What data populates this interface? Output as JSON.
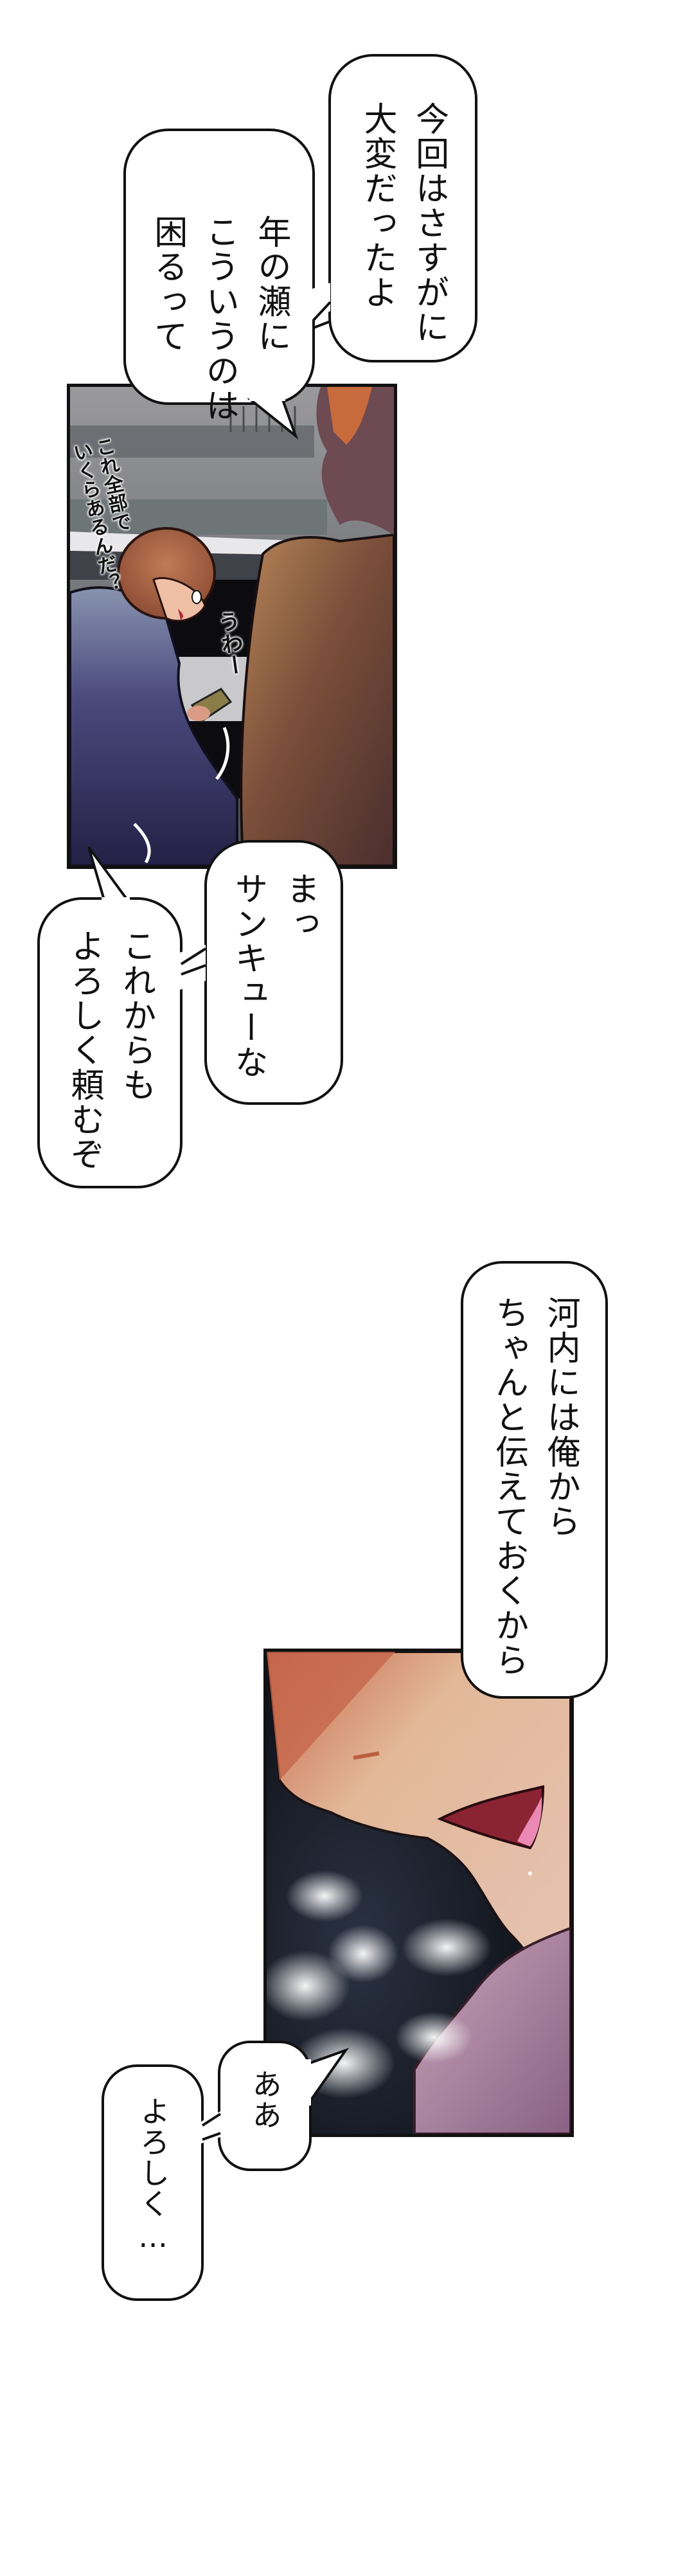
{
  "comic": {
    "page_background": "#ffffff",
    "panels": [
      {
        "id": "panel-1",
        "scene": "night street by a car; young man bending over counting banknotes while a man in a fur-collared brown coat stands beside him",
        "sfx": [
          {
            "text": "これ全部で\nいくらあるんだ？",
            "meaning": "how much is all this?"
          },
          {
            "text": "うわー",
            "meaning": "whoa"
          }
        ],
        "colors": {
          "sky": "#8a8a8e",
          "coat": "#a9744f",
          "jacket": "#3b3a6a",
          "hair": "#b86e4c",
          "frame": "#111111"
        }
      },
      {
        "id": "panel-2",
        "scene": "close-up of a grinning man's chin and mouth, breath vapor against a dark night background, fur collar at the bottom right",
        "colors": {
          "skin_top": "#c9704f",
          "skin": "#e6c2a6",
          "mouth": "#8b2432",
          "tongue": "#e88ab2",
          "dark": "#0b0e16",
          "fur": "#a27a97"
        }
      }
    ],
    "bubbles": [
      {
        "id": "b1",
        "text": "今回はさすがに\n大変だったよ"
      },
      {
        "id": "b2",
        "text": "年の瀬に\nこういうのは\n困るって"
      },
      {
        "id": "b3",
        "text": "まっ\nサンキューな"
      },
      {
        "id": "b4",
        "text": "これからも\nよろしく頼むぞ"
      },
      {
        "id": "b5",
        "text": "河内には俺から\nちゃんと伝えておくから"
      },
      {
        "id": "b6",
        "text": "ああ"
      },
      {
        "id": "b7",
        "text": "よろしく…"
      }
    ]
  }
}
